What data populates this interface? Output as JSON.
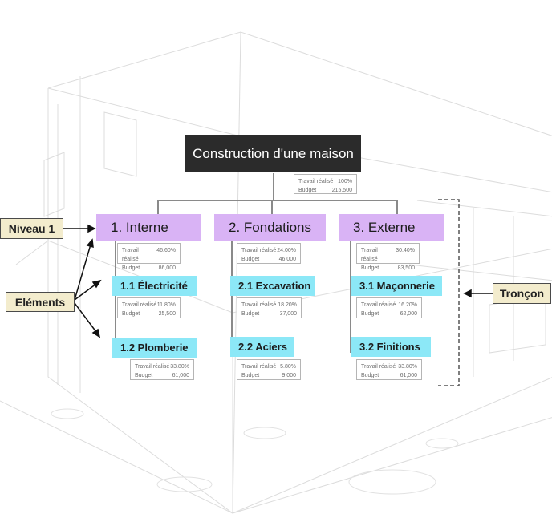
{
  "root": {
    "title": "Construction d'une maison",
    "work_label": "Travail réalisé",
    "work_value": "100%",
    "budget_label": "Budget",
    "budget_value": "215,500"
  },
  "level1": [
    {
      "title": "1. Interne",
      "work_label": "Travail réalisé",
      "work_value": "46.60%",
      "budget_label": "Budget",
      "budget_value": "86,000",
      "elements": [
        {
          "title": "1.1 Électricité",
          "work_label": "Travail réalisé",
          "work_value": "11.80%",
          "budget_label": "Budget",
          "budget_value": "25,500"
        },
        {
          "title": "1.2 Plomberie",
          "work_label": "Travail réalisé",
          "work_value": "33.80%",
          "budget_label": "Budget",
          "budget_value": "61,000"
        }
      ]
    },
    {
      "title": "2. Fondations",
      "work_label": "Travail réalisé",
      "work_value": "24.00%",
      "budget_label": "Budget",
      "budget_value": "46,000",
      "elements": [
        {
          "title": "2.1 Excavation",
          "work_label": "Travail réalisé",
          "work_value": "18.20%",
          "budget_label": "Budget",
          "budget_value": "37,000"
        },
        {
          "title": "2.2 Aciers",
          "work_label": "Travail réalisé",
          "work_value": "5.80%",
          "budget_label": "Budget",
          "budget_value": "9,000"
        }
      ]
    },
    {
      "title": "3. Externe",
      "work_label": "Travail réalisé",
      "work_value": "30.40%",
      "budget_label": "Budget",
      "budget_value": "83,500",
      "elements": [
        {
          "title": "3.1 Maçonnerie",
          "work_label": "Travail réalisé",
          "work_value": "16.20%",
          "budget_label": "Budget",
          "budget_value": "62,000"
        },
        {
          "title": "3.2 Finitions",
          "work_label": "Travail réalisé",
          "work_value": "33.80%",
          "budget_label": "Budget",
          "budget_value": "61,000"
        }
      ]
    }
  ],
  "annotations": {
    "niveau": "Niveau 1",
    "elements": "Eléments",
    "troncon": "Tronçon"
  },
  "colors": {
    "root": "#2b2b2b",
    "level1": "#d9b3f5",
    "element": "#8ce8f7",
    "tag": "#f3eccd"
  }
}
